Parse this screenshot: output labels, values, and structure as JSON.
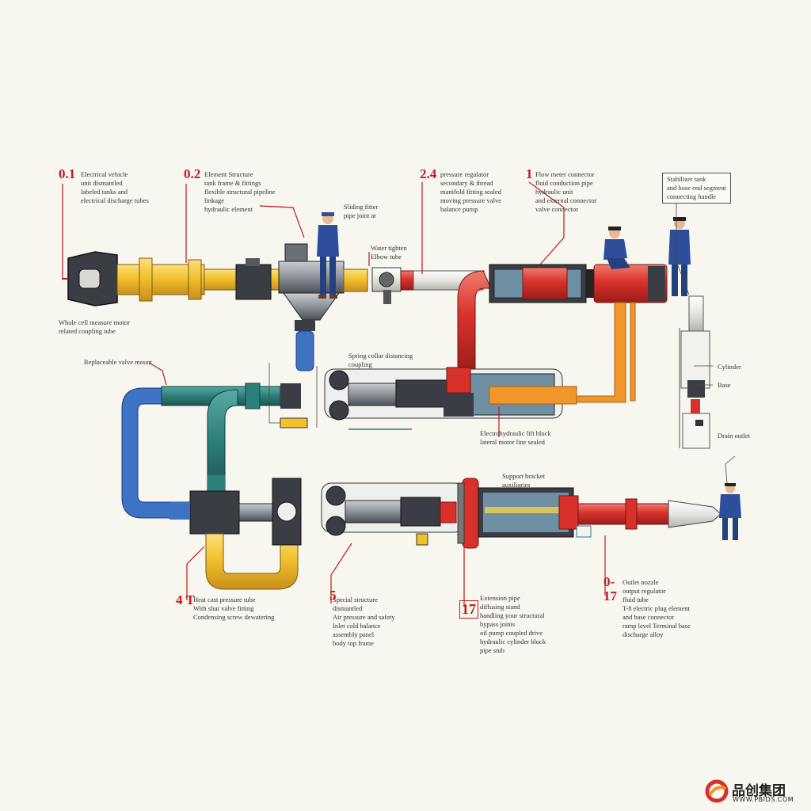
{
  "colors": {
    "background": "#f7f6ef",
    "pipe_yellow": "#f2c12e",
    "pipe_red": "#d8312b",
    "pipe_orange": "#f0962a",
    "pipe_teal": "#2d7f7a",
    "pipe_blue": "#3e72c4",
    "machine_dark": "#3a3d44",
    "callout_red": "#c21a1a",
    "worker_blue": "#2d4e9a"
  },
  "labels": {
    "l01": {
      "num": "0.1",
      "lines": [
        "Electrical vehicle",
        "unit dismantled",
        "labeled tanks and",
        "electrical discharge tubes"
      ]
    },
    "l02": {
      "num": "0.2",
      "lines": [
        "Element Structure",
        "tank frame & fittings",
        "flexible structural pipeline",
        "linkage",
        "hydraulic element"
      ]
    },
    "l24": {
      "num": "2.4",
      "lines": [
        "pressure regulator",
        "secondary & thread",
        "manifold fitting sealed",
        "moving pressure valve",
        "balance pump"
      ]
    },
    "l1": {
      "num": "1",
      "lines": [
        "Flow meter connector",
        "fluid conduction pipe",
        "hydraulic unit",
        "and external connector",
        "valve connector"
      ]
    },
    "lbox": {
      "lines": [
        "Stabilizer tank",
        "and hose end segment",
        "connecting handle"
      ]
    },
    "lmidtop": {
      "lines": [
        "Sliding fitter",
        "pipe joint at"
      ]
    },
    "lwater": {
      "lines": [
        "Water tighten",
        "Elbow tube"
      ]
    },
    "lleft": {
      "lines": [
        "Whole cell measure motor",
        "related coupling tube"
      ]
    },
    "lrepl": {
      "lines": [
        "Replaceable valve mount"
      ]
    },
    "lspring": {
      "lines": [
        "Spring collar distancing",
        "coupling"
      ]
    },
    "lcenter": {
      "lines": [
        "Electrohydraulic lift block",
        "lateral motor line sealed"
      ]
    },
    "lcyl": {
      "lines": [
        "Cylinder"
      ]
    },
    "lrshaft": {
      "lines": [
        "Base"
      ]
    },
    "ldrain": {
      "lines": [
        "Drain outlet"
      ]
    },
    "lsupport": {
      "lines": [
        "Support bracket",
        "auxiliaries"
      ]
    },
    "l4": {
      "num": "4 T",
      "lines": [
        "Heat cast pressure tube",
        "With shut valve fitting",
        "Condensing screw dewatering"
      ]
    },
    "l5": {
      "num": "5",
      "lines": [
        "Special structure",
        "dismantled",
        "Air pressure and safety",
        "Inlet cold balance",
        "assembly panel",
        "body top frame"
      ]
    },
    "l17": {
      "num": "17",
      "lines": [
        "Extension pipe",
        "diffusing stand",
        "handling your structural",
        "bypass joints",
        "oil pump coupled drive",
        "hydraulic cylinder block",
        "pipe stub"
      ]
    },
    "l0": {
      "num": "0-\n17",
      "lines": [
        "Outlet nozzle",
        "output regulator",
        "fluid tube",
        "T-8 electric plug element",
        "and base connector",
        "ramp level Terminal base",
        "discharge alloy"
      ]
    }
  },
  "logo": {
    "name": "品创集团",
    "url": "WWW.PBIDS.COM"
  }
}
